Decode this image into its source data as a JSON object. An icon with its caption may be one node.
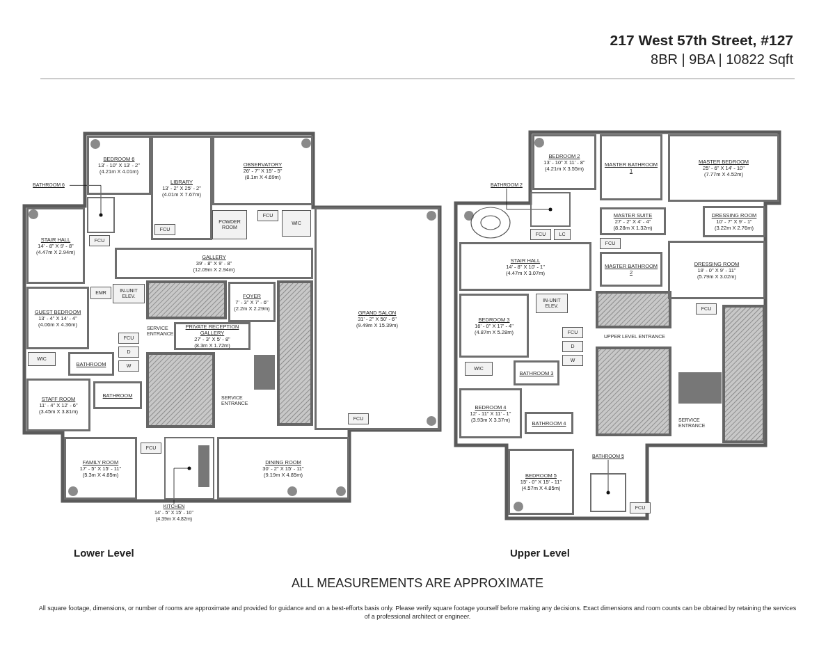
{
  "diagram": {
    "title": "217 West 57th Street, #127",
    "caption": "All square footage, dimensions, or number of rooms are approximate and provided for guidance and on a best-efforts basis only. Please verify square footage yourself before making any decisions. Exact dimensions and room counts can be obtained by retaining the services of a professional architect or engineer.",
    "nodes": [
      {
        "text": [
          "BEDROOM 6",
          "13' - 10\" X 13' - 2\"",
          "(4.21m X 4.01m)"
        ]
      },
      {
        "text": [
          "LIBRARY",
          "13' - 2\" X 25' - 2\"",
          "(4.01m X 7.67m)"
        ]
      },
      {
        "text": [
          "OBSERVATORY",
          "26' - 7\" X 15' - 5\"",
          "(8.1m X 4.69m)"
        ]
      },
      {
        "text": [
          "BATHROOM 6"
        ]
      },
      {
        "text": [
          "POWDER ROOM"
        ]
      },
      {
        "text": [
          "FCU"
        ]
      },
      {
        "text": [
          "FCU"
        ],
        "in": 1
      },
      {
        "text": [
          "FCU"
        ]
      },
      {
        "text": [
          "WIC"
        ]
      },
      {
        "text": [
          "STAIR HALL",
          "14' - 8\" X 9' - 8\"",
          "(4.47m X 2.94m)"
        ]
      },
      {
        "text": [
          "GALLERY",
          "39' - 8\" X 9' - 8\"",
          "(12.09m X 2.94m)"
        ]
      },
      {
        "text": [
          "GRAND SALON",
          "31' - 2\" X 50' - 6\"",
          "(9.49m X 15.39m)"
        ]
      },
      {
        "text": [
          "EMR"
        ]
      },
      {
        "text": [
          "IN-UNIT ELEV."
        ]
      },
      {
        "text": [
          "GUEST BEDROOM",
          "13' - 4\" X 14' - 4\"",
          "(4.06m X 4.36m)"
        ]
      },
      {
        "text": [
          "FOYER",
          "7' - 3\" X 7' - 6\"",
          "(2.2m X 2.29m)"
        ]
      },
      {
        "text": [
          "PRIVATE RECEPTION GALLERY",
          "27' - 3\" X 5' - 8\"",
          "(8.3m X 1.72m)"
        ]
      },
      {
        "text": [
          "WIC"
        ]
      },
      {
        "text": [
          "FCU"
        ]
      },
      {
        "text": [
          "BATHROOM"
        ]
      },
      {
        "text": [
          "D"
        ]
      },
      {
        "text": [
          "W"
        ]
      },
      {
        "text": [
          "STAFF ROOM",
          "11' - 4\" X 12' - 6\"",
          "(3.45m X 3.81m)"
        ]
      },
      {
        "text": [
          "BATHROOM"
        ]
      },
      {
        "text": [
          "FCU"
        ],
        "in": 11
      },
      {
        "text": [
          "FAMILY ROOM",
          "17' - 5\" X 15' - 11\"",
          "(5.3m X 4.85m)"
        ]
      },
      {
        "text": [
          "FCU"
        ]
      },
      {
        "text": [
          "DINING ROOM",
          "30' - 2\" X 15' - 11\"",
          "(9.19m X 4.85m)"
        ]
      },
      {
        "text": [
          "KITCHEN",
          "14' - 5\" X 15' - 10\"",
          "(4.39m X 4.82m)"
        ]
      },
      {
        "text": [
          "BEDROOM 2",
          "13' - 10\" X 11' - 8\"",
          "(4.21m X 3.55m)"
        ]
      },
      {
        "text": [
          "BATHROOM 2"
        ]
      },
      {
        "text": [
          "MASTER BATHROOM 1"
        ]
      },
      {
        "text": [
          "MASTER BEDROOM",
          "25' - 6\" X 14' - 10\"",
          "(7.77m X 4.52m)"
        ]
      },
      {
        "text": [
          "FCU"
        ]
      },
      {
        "text": [
          "LC"
        ]
      },
      {
        "text": [
          "MASTER SUITE",
          "27' - 2\" X 4' - 4\"",
          "(8.28m X 1.32m)"
        ]
      },
      {
        "text": [
          "DRESSING ROOM",
          "10' - 7\" X 9' - 1\"",
          "(3.22m X 2.76m)"
        ]
      },
      {
        "text": [
          "FCU"
        ]
      },
      {
        "text": [
          "MASTER BATHROOM 2"
        ]
      },
      {
        "text": [
          "STAIR HALL",
          "14' - 8\" X 10' - 1\"",
          "(4.47m X 3.07m)"
        ]
      },
      {
        "text": [
          "DRESSING ROOM",
          "19' - 0\" X 9' - 11\"",
          "(5.79m X 3.02m)"
        ]
      },
      {
        "text": [
          "IN-UNIT ELEV."
        ]
      },
      {
        "text": [
          "FCU"
        ]
      },
      {
        "text": [
          "BEDROOM 3",
          "16' - 0\" X 17' - 4\"",
          "(4.87m X 5.28m)"
        ]
      },
      {
        "text": [
          "FCU"
        ]
      },
      {
        "text": [
          "BATHROOM 3"
        ]
      },
      {
        "text": [
          "D"
        ]
      },
      {
        "text": [
          "W"
        ]
      },
      {
        "text": [
          "WIC"
        ]
      },
      {
        "text": [
          "BEDROOM 4",
          "12' - 11\" X 11' - 1\"",
          "(3.93m X 3.37m)"
        ]
      },
      {
        "text": [
          "BATHROOM 4"
        ]
      },
      {
        "text": [
          "BEDROOM 5",
          "15' - 0\" X 15' - 11\"",
          "(4.57m X 4.85m)"
        ]
      },
      {
        "text": [
          "BATHROOM 5"
        ]
      },
      {
        "text": [
          "FCU"
        ]
      },
      {
        "text": [],
        "shape": "box"
      },
      {
        "text": [],
        "shape": "box"
      },
      {
        "text": [],
        "shape": "box"
      },
      {
        "text": [],
        "shape": "box"
      }
    ],
    "edges": [
      {
        "from": 3,
        "to": 54,
        "arrow": "other"
      },
      {
        "from": 28,
        "to": 57,
        "arrow": "other"
      },
      {
        "from": 30,
        "to": 55,
        "arrow": "other"
      },
      {
        "from": 52,
        "to": 56,
        "arrow": "other"
      }
    ],
    "labels": [
      "8BR | 9BA | 10822 Sqft",
      "SERVICE ENTRANCE",
      "SERVICE ENTRANCE",
      "UPPER LEVEL ENTRANCE",
      "SERVICE ENTRANCE",
      "Lower Level",
      "Upper Level",
      "ALL MEASUREMENTS ARE APPROXIMATE"
    ]
  }
}
